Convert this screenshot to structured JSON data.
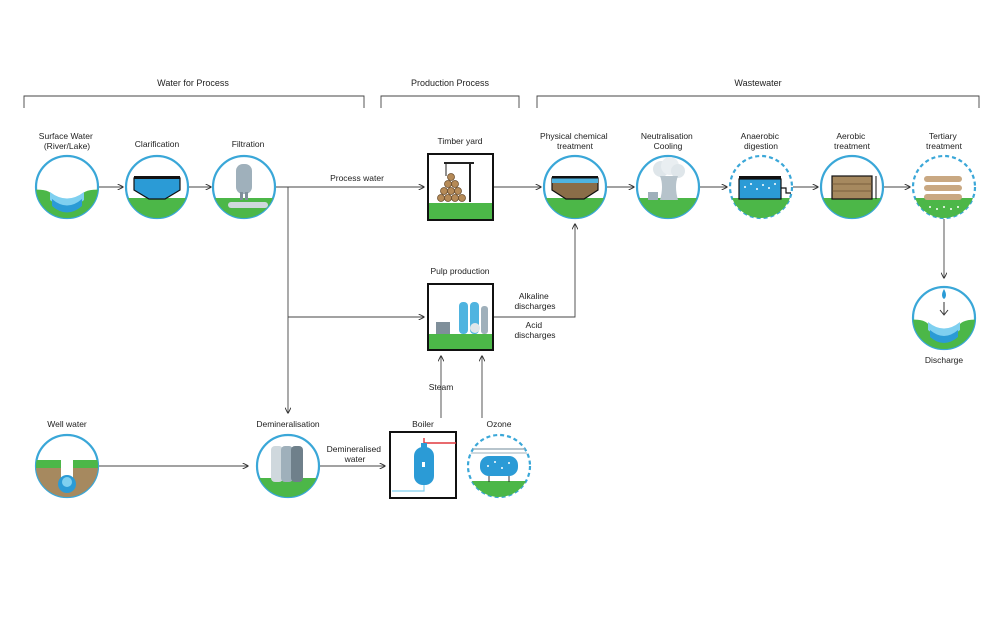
{
  "headers": {
    "water_for_process": "Water for Process",
    "production_process": "Production Process",
    "wastewater": "Wastewater"
  },
  "nodes": {
    "surface_water": [
      "Surface Water",
      "(River/Lake)"
    ],
    "clarification": [
      "Clarification"
    ],
    "filtration": [
      "Filtration"
    ],
    "timber_yard": [
      "Timber yard"
    ],
    "physical_chemical": [
      "Physical chemical",
      "treatment"
    ],
    "neutralisation": [
      "Neutralisation",
      "Cooling"
    ],
    "anaerobic": [
      "Anaerobic",
      "digestion"
    ],
    "aerobic": [
      "Aerobic",
      "treatment"
    ],
    "tertiary": [
      "Tertiary",
      "treatment"
    ],
    "pulp_production": [
      "Pulp production"
    ],
    "discharge": [
      "Discharge"
    ],
    "well_water": [
      "Well water"
    ],
    "demineralisation": [
      "Demineralisation"
    ],
    "boiler": [
      "Boiler"
    ],
    "ozone": [
      "Ozone"
    ]
  },
  "edges": {
    "process_water": "Process water",
    "alkaline": [
      "Alkaline",
      "discharges"
    ],
    "acid": [
      "Acid",
      "discharges"
    ],
    "steam": "Steam",
    "demineralised": [
      "Demineralised",
      "water"
    ]
  },
  "colors": {
    "ring": "#3aa7d8",
    "grass": "#4cb748",
    "water": "#2b9bd6",
    "soil": "#a6895f"
  }
}
